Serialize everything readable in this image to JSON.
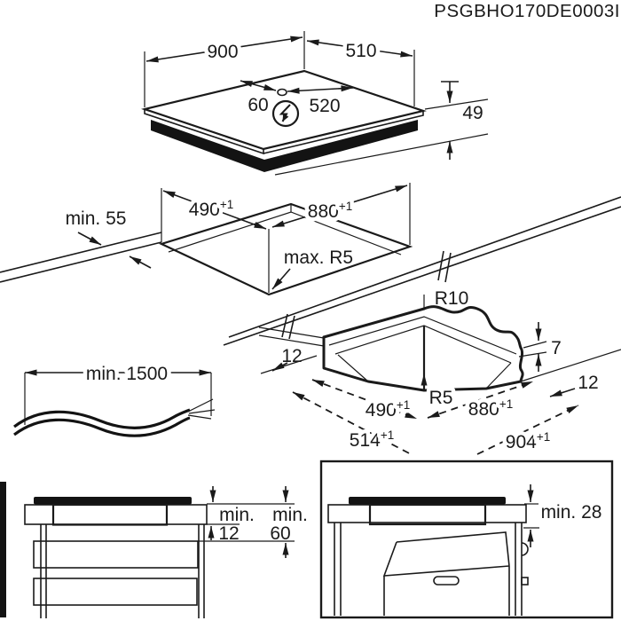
{
  "header": {
    "code": "PSGBHO170DE0003I"
  },
  "hob": {
    "width": "900",
    "depth": "510",
    "height": "49",
    "cable_offset_left": "60",
    "cable_offset_right": "520",
    "power_icon": "lightning-bolt-circle"
  },
  "cutout": {
    "front_clearance": "min. 55",
    "depth": "490",
    "depth_sup": "+1",
    "width": "880",
    "width_sup": "+1",
    "corner_radius": "max. R5"
  },
  "flush_recess": {
    "outer_corner_radius": "R10",
    "inner_corner_radius": "R5",
    "step_depth": "7",
    "ledge_left": "12",
    "ledge_right": "12",
    "inner_depth": "490",
    "inner_depth_sup": "+1",
    "inner_width": "880",
    "inner_width_sup": "+1",
    "outer_depth": "514",
    "outer_depth_sup": "+1",
    "outer_width": "904",
    "outer_width_sup": "+1"
  },
  "cable": {
    "length": "min. 1500"
  },
  "drawer_clearance": {
    "label_a": "min.",
    "value_a": "12",
    "label_b": "min.",
    "value_b": "60"
  },
  "oven_clearance": {
    "label": "min. 28"
  }
}
